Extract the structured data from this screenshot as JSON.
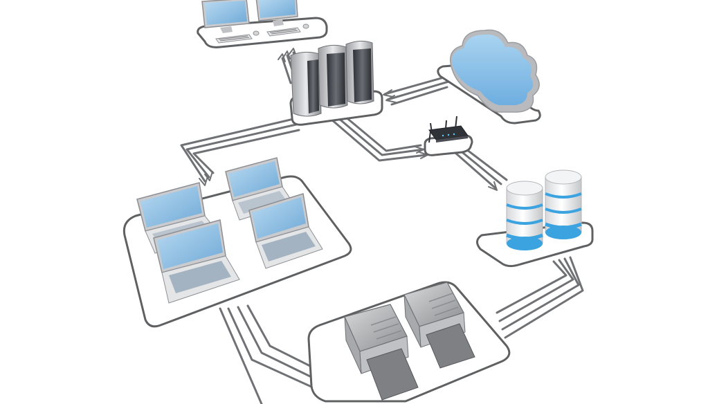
{
  "diagram": {
    "background": "#ffffff",
    "colors": {
      "platform_fill": "#ffffff",
      "platform_stroke": "#5f6062",
      "cable": "#707174",
      "cable_core": "#d6d7d9",
      "screen_blue": "#7fb5dd",
      "screen_blue_light": "#b9daf2",
      "device_gray": "#c9cbce",
      "device_dark": "#3c3f44",
      "cloud_blue": "#8ec3e6",
      "cloud_rim": "#b8babd",
      "storage_blue": "#3aa3e0",
      "printer_gray": "#9a9b9e"
    },
    "nodes": [
      {
        "id": "desktop-workstations",
        "icon": "desktop-computer-icon",
        "count": 2
      },
      {
        "id": "server-rack",
        "icon": "server-tower-icon",
        "count": 3
      },
      {
        "id": "cloud",
        "icon": "cloud-icon",
        "count": 1
      },
      {
        "id": "wireless-router",
        "icon": "router-icon",
        "count": 1
      },
      {
        "id": "database-storage",
        "icon": "database-cylinder-icon",
        "count": 2
      },
      {
        "id": "laptop-group",
        "icon": "laptop-icon",
        "count": 4
      },
      {
        "id": "printers",
        "icon": "printer-icon",
        "count": 2
      }
    ],
    "connections": [
      {
        "from": "server-rack",
        "to": "desktop-workstations"
      },
      {
        "from": "cloud",
        "to": "server-rack"
      },
      {
        "from": "server-rack",
        "to": "laptop-group"
      },
      {
        "from": "server-rack",
        "to": "wireless-router"
      },
      {
        "from": "wireless-router",
        "to": "database-storage"
      },
      {
        "from": "laptop-group",
        "to": "printers"
      },
      {
        "from": "database-storage",
        "to": "printers"
      }
    ]
  }
}
